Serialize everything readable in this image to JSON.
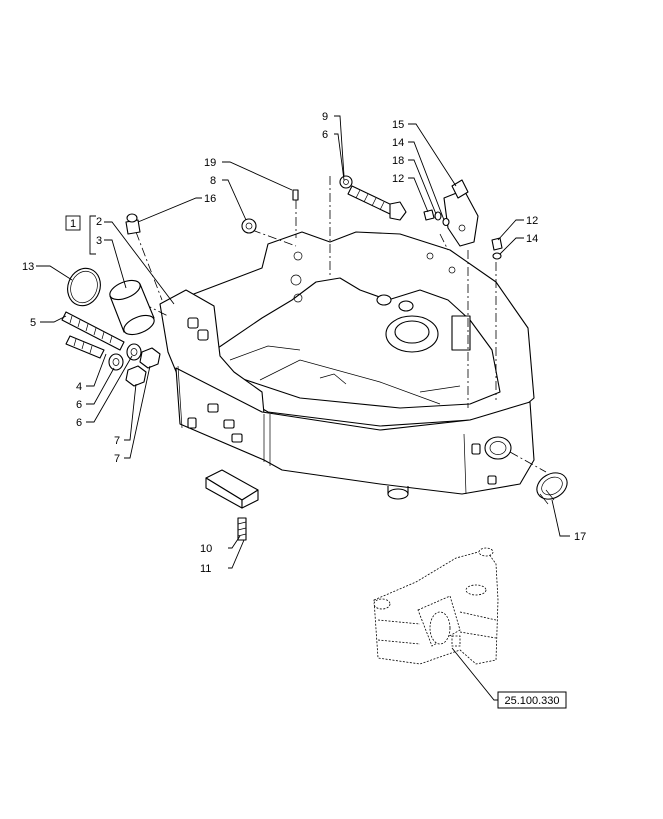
{
  "callouts": {
    "c1": "1",
    "c2": "2",
    "c3": "3",
    "c4": "4",
    "c5": "5",
    "c6a": "6",
    "c6b": "6",
    "c6c": "6",
    "c7a": "7",
    "c7b": "7",
    "c8": "8",
    "c9": "9",
    "c10": "10",
    "c11": "11",
    "c12a": "12",
    "c12b": "12",
    "c13": "13",
    "c14a": "14",
    "c14b": "14",
    "c15": "15",
    "c16": "16",
    "c17": "17",
    "c18": "18",
    "c19": "19"
  },
  "reference": {
    "label": "25.100.330"
  }
}
